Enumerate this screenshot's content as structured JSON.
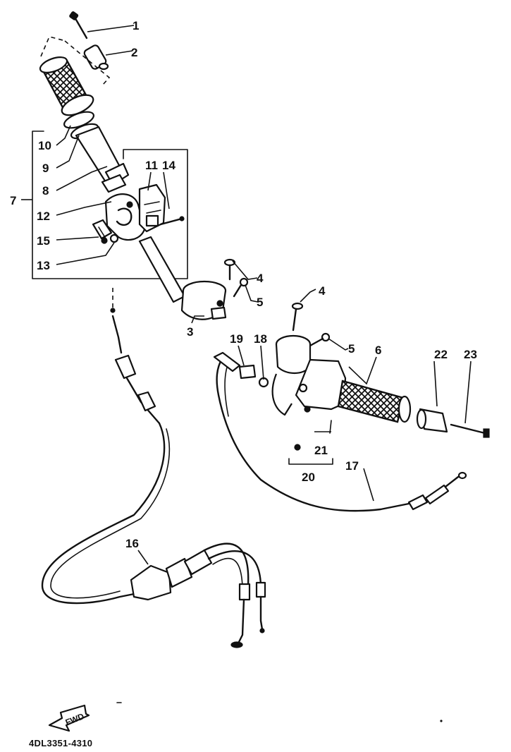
{
  "diagram": {
    "callouts": [
      "1",
      "2",
      "3",
      "4",
      "5",
      "6",
      "7",
      "8",
      "9",
      "10",
      "11",
      "12",
      "13",
      "14",
      "15",
      "16",
      "17",
      "18",
      "19",
      "20",
      "21",
      "22",
      "23"
    ],
    "fwd_label": "FWD",
    "code": "4DL3351-4310"
  }
}
